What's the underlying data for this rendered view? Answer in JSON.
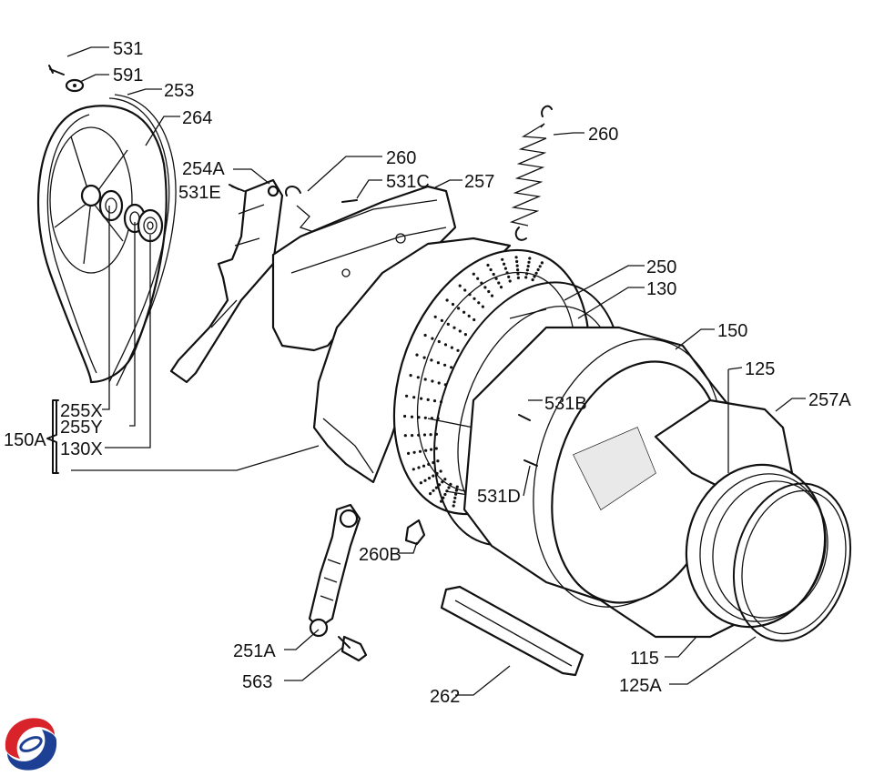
{
  "labels": {
    "p531": "531",
    "p591": "591",
    "p253": "253",
    "p264": "264",
    "p260_top": "260",
    "p260_mid": "260",
    "p254a": "254A",
    "p531e": "531E",
    "p531c": "531C",
    "p257": "257",
    "p250": "250",
    "p130": "130",
    "p150": "150",
    "p125": "125",
    "p257a": "257A",
    "p255x": "255X",
    "p255y": "255Y",
    "p130x": "130X",
    "p150a": "150A",
    "p531b": "531B",
    "p531d": "531D",
    "p260b": "260B",
    "p251a": "251A",
    "p563": "563",
    "p262": "262",
    "p115": "115",
    "p125a": "125A"
  },
  "colors": {
    "line": "#111111",
    "logo_red": "#d8232a",
    "logo_blue": "#1d3f94"
  }
}
